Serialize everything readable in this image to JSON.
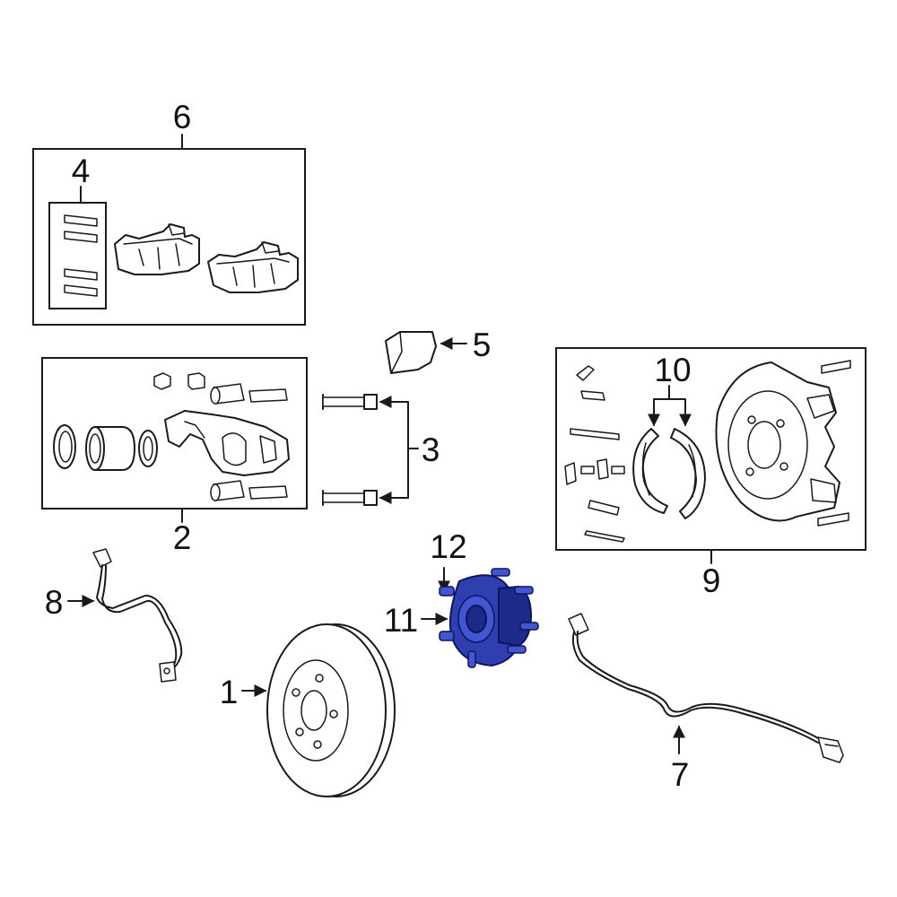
{
  "diagram": {
    "callouts": {
      "c1": "1",
      "c2": "2",
      "c3": "3",
      "c4": "4",
      "c5": "5",
      "c6": "6",
      "c7": "7",
      "c8": "8",
      "c9": "9",
      "c10": "10",
      "c11": "11",
      "c12": "12"
    },
    "highlighted_part": "11",
    "colors": {
      "highlight": "#2f3fb0",
      "line": "#1a1a1a",
      "background": "#ffffff"
    }
  }
}
